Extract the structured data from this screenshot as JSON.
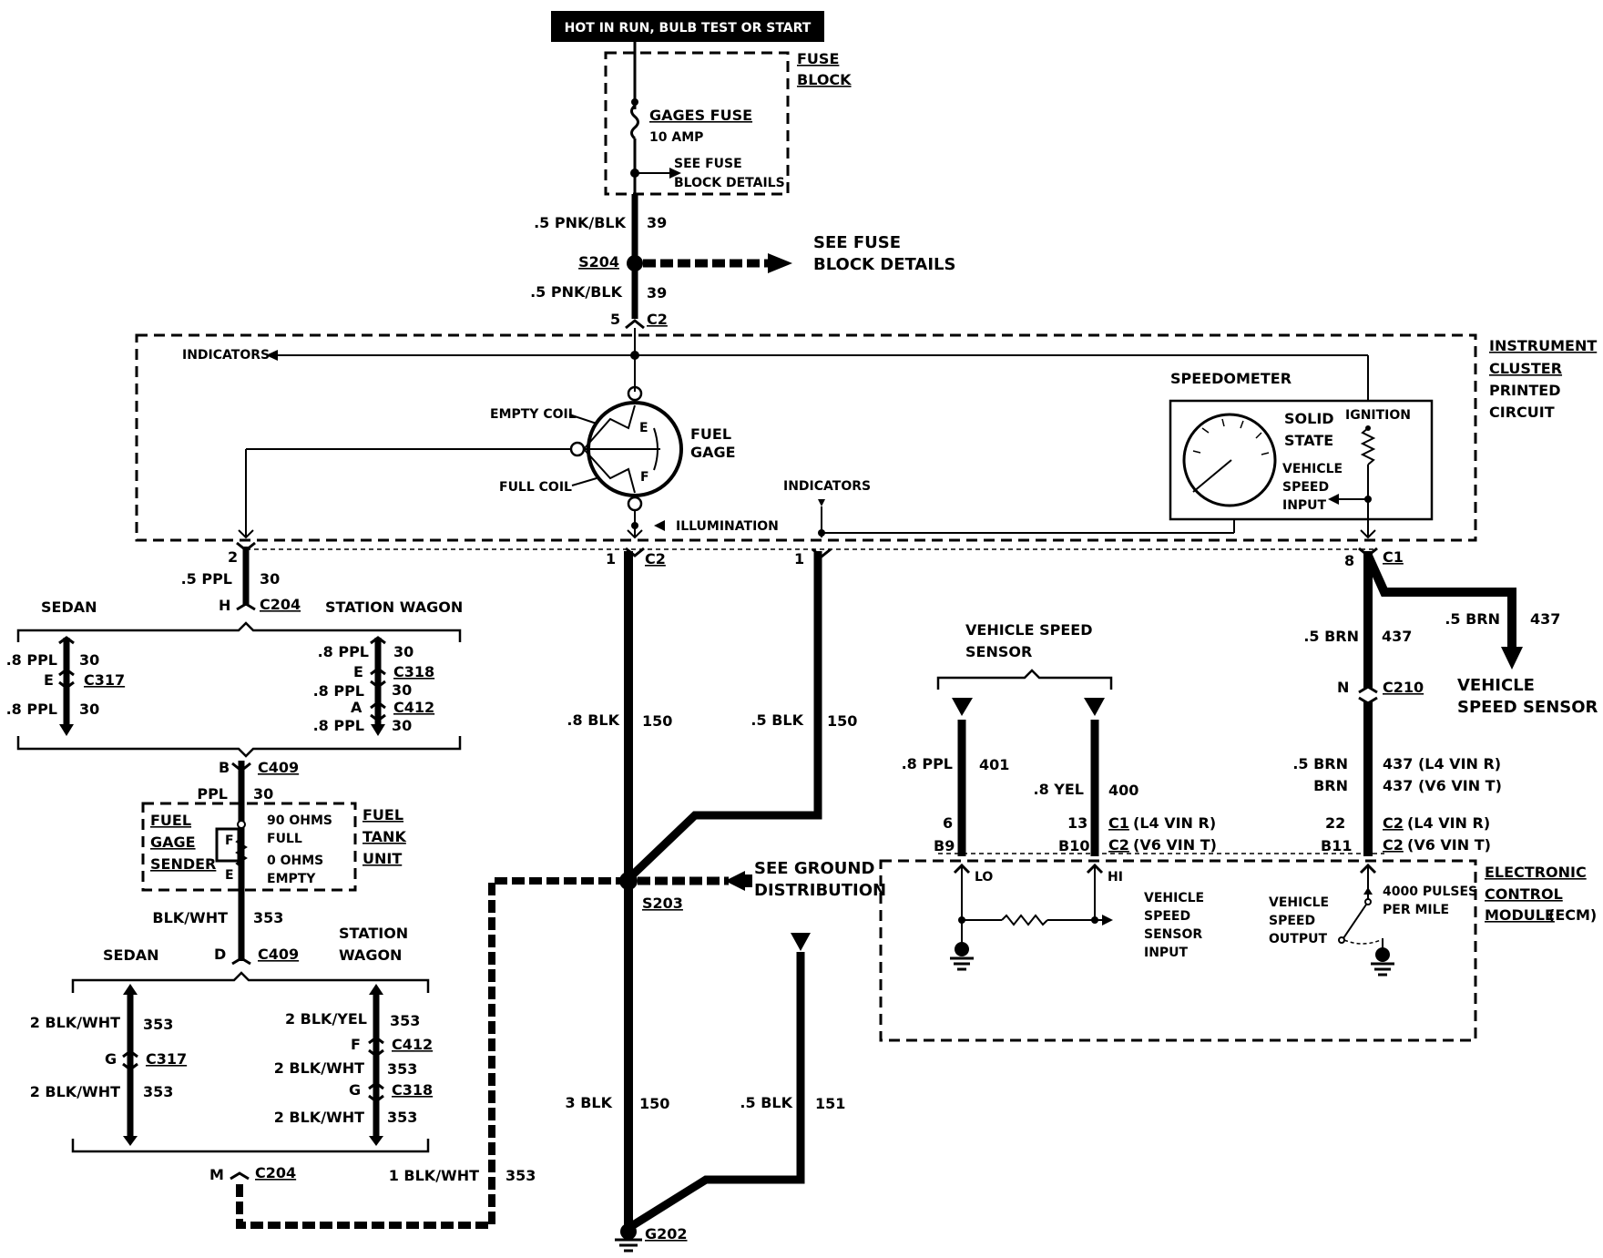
{
  "header": {
    "banner": "HOT IN RUN, BULB TEST OR START"
  },
  "fuse_block": {
    "title_1": "FUSE",
    "title_2": "BLOCK",
    "fuse_name": "GAGES FUSE",
    "fuse_rating": "10 AMP",
    "see_1": "SEE FUSE",
    "see_2": "BLOCK DETAILS"
  },
  "wires": {
    "w39_upper_size": ".5 PNK/BLK",
    "w39_upper_num": "39",
    "s204": "S204",
    "see_fuse_1": "SEE FUSE",
    "see_fuse_2": "BLOCK DETAILS",
    "w39_lower_size": ".5 PNK/BLK",
    "w39_lower_num": "39",
    "c2_top_pin": "5",
    "c2_top": "C2"
  },
  "cluster": {
    "title": [
      "INSTRUMENT",
      "CLUSTER",
      "PRINTED",
      "CIRCUIT"
    ],
    "indicators_left": "INDICATORS",
    "empty_coil": "EMPTY COIL",
    "full_coil": "FULL COIL",
    "gage_e": "E",
    "gage_f": "F",
    "fuel_gage_1": "FUEL",
    "fuel_gage_2": "GAGE",
    "illumination": "ILLUMINATION",
    "indicators_mid": "INDICATORS",
    "speedometer": "SPEEDOMETER",
    "solid_1": "SOLID",
    "solid_2": "STATE",
    "ignition": "IGNITION",
    "vss_input_1": "VEHICLE",
    "vss_input_2": "SPEED",
    "vss_input_3": "INPUT"
  },
  "left_branch": {
    "pin_2": "2",
    "w30_size": ".5 PPL",
    "w30_num": "30",
    "pin_h": "H",
    "c204_top": "C204",
    "sedan": "SEDAN",
    "station_wagon": "STATION WAGON",
    "sedan_w1": ".8 PPL",
    "sedan_w1_num": "30",
    "sedan_pin": "E",
    "sedan_c317": "C317",
    "sedan_w2": ".8 PPL",
    "sedan_w2_num": "30",
    "sw_w1": ".8 PPL",
    "sw_w1_num": "30",
    "sw_pin_e": "E",
    "sw_c318": "C318",
    "sw_w2": ".8 PPL",
    "sw_w2_num": "30",
    "sw_pin_a": "A",
    "sw_c412": "C412",
    "sw_w3": ".8 PPL",
    "sw_w3_num": "30",
    "pin_b": "B",
    "c409_top": "C409",
    "ppl": "PPL",
    "ppl_num": "30",
    "sender_1": "FUEL",
    "sender_2": "GAGE",
    "sender_3": "SENDER",
    "sender_f": "F",
    "sender_e": "E",
    "ohms_90": "90 OHMS",
    "full": "FULL",
    "ohms_0": "0 OHMS",
    "empty": "EMPTY",
    "tank_1": "FUEL",
    "tank_2": "TANK",
    "tank_3": "UNIT",
    "blk_wht": "BLK/WHT",
    "blk_wht_num": "353",
    "pin_d": "D",
    "c409_bot": "C409",
    "sedan2": "SEDAN",
    "sw2_1": "STATION",
    "sw2_2": "WAGON",
    "s2_w1": "2 BLK/WHT",
    "s2_w1_num": "353",
    "s2_pin": "G",
    "s2_c317": "C317",
    "s2_w2": "2 BLK/WHT",
    "s2_w2_num": "353",
    "sw2_w1": "2 BLK/YEL",
    "sw2_w1_num": "353",
    "sw2_pin_f": "F",
    "sw2_c412": "C412",
    "sw2_w2": "2 BLK/WHT",
    "sw2_w2_num": "353",
    "sw2_pin_g": "G",
    "sw2_c318": "C318",
    "sw2_w3": "2 BLK/WHT",
    "sw2_w3_num": "353",
    "pin_m": "M",
    "c204_bot": "C204",
    "w1_blk_wht": "1 BLK/WHT",
    "w1_num": "353"
  },
  "ground": {
    "pin_1a": "1",
    "c2_bot": "C2",
    "pin_1b": "1",
    "w8_blk": ".8 BLK",
    "w8_num": "150",
    "w5_blk": ".5 BLK",
    "w5_num": "150",
    "see_gnd_1": "SEE GROUND",
    "see_gnd_2": "DISTRIBUTION",
    "s203": "S203",
    "w3_blk": "3 BLK",
    "w3_num": "150",
    "w5b_blk": ".5 BLK",
    "w5b_num": "151",
    "g202": "G202"
  },
  "vss": {
    "sensor_1": "VEHICLE SPEED",
    "sensor_2": "SENSOR",
    "w401_size": ".8 PPL",
    "w401_num": "401",
    "w400_size": ".8 YEL",
    "w400_num": "400",
    "pin_6": "6",
    "pin_b9": "B9",
    "pin_13": "13",
    "pin_b10": "B10",
    "c1_l4": "C1",
    "c1_l4_txt": "(L4 VIN R)",
    "c2_v6": "C2",
    "c2_v6_txt": "(V6 VIN T)",
    "lo": "LO",
    "hi": "HI",
    "in_1": "VEHICLE",
    "in_2": "SPEED",
    "in_3": "SENSOR",
    "in_4": "INPUT"
  },
  "right": {
    "pin_8": "8",
    "c1": "C1",
    "w437a_size": ".5 BRN",
    "w437a_num": "437",
    "w437b_size": ".5 BRN",
    "w437b_num": "437",
    "vss_1": "VEHICLE",
    "vss_2": "SPEED SENSOR",
    "pin_n": "N",
    "c210": "C210",
    "w_l4_size": ".5 BRN",
    "w_l4": "437 (L4 VIN R)",
    "w_v6_size": "BRN",
    "w_v6": "437 (V6 VIN T)",
    "pin_22": "22",
    "pin_b11": "B11",
    "c2a": "C2",
    "c2a_txt": "(L4 VIN R)",
    "c2b": "C2",
    "c2b_txt": "(V6 VIN T)",
    "out_1": "VEHICLE",
    "out_2": "SPEED",
    "out_3": "OUTPUT",
    "pulses_1": "4000 PULSES",
    "pulses_2": "PER MILE",
    "ecm_1": "ELECTRONIC",
    "ecm_2": "CONTROL",
    "ecm_3": "MODULE",
    "ecm_4": "(ECM)"
  }
}
